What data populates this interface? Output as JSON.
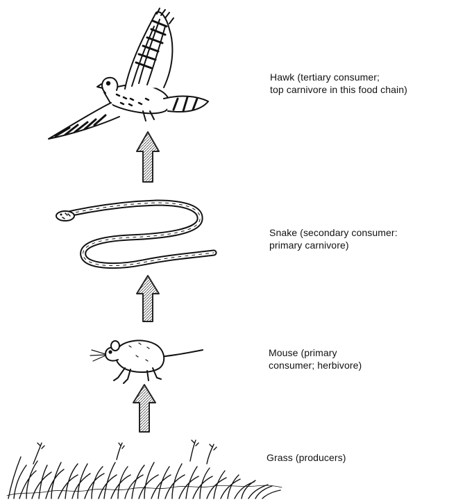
{
  "levels": {
    "hawk": {
      "line1": "Hawk (tertiary consumer;",
      "line2": "top carnivore in this food chain)"
    },
    "snake": {
      "line1": "Snake (secondary consumer:",
      "line2": "primary carnivore)"
    },
    "mouse": {
      "line1": "Mouse (primary",
      "line2": "consumer; herbivore)"
    },
    "grass": {
      "line1": "Grass (producers)"
    }
  },
  "colors": {
    "ink": "#111111",
    "arrow_outline": "#222222",
    "arrow_fill": "#ffffff",
    "hatch": "#444444"
  }
}
